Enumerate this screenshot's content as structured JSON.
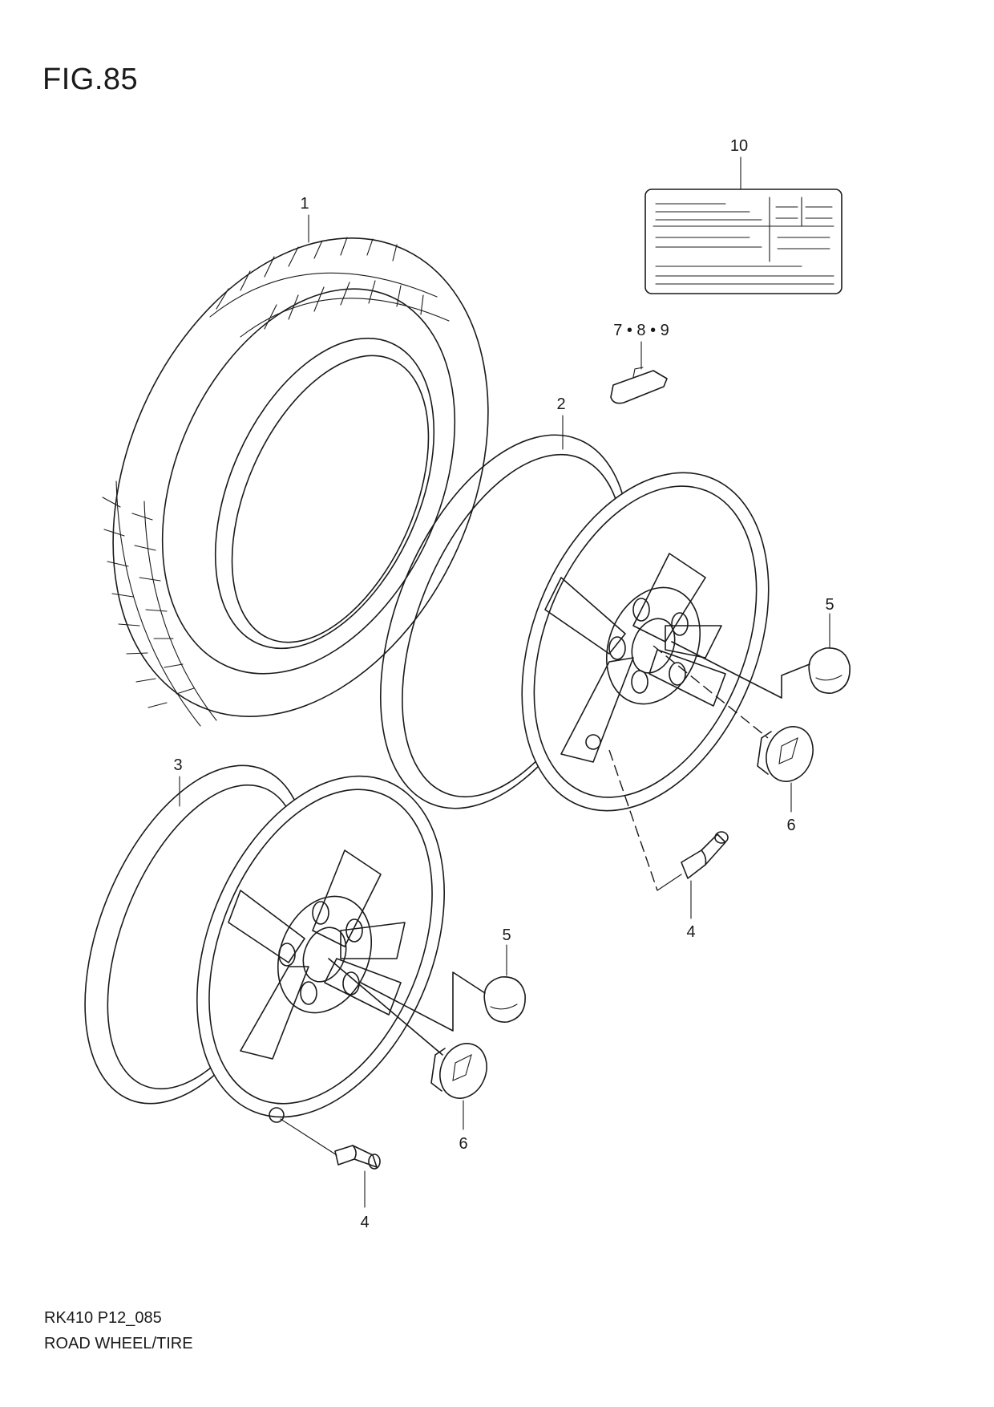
{
  "figure": {
    "title": "FIG.85",
    "model_code": "RK410 P12_085",
    "group_name": "ROAD WHEEL/TIRE"
  },
  "callouts": {
    "tire": "1",
    "wheel_upper": "2",
    "wheel_lower": "3",
    "valve_upper": "4",
    "valve_lower": "4",
    "nut_upper": "5",
    "nut_lower": "5",
    "cap_upper": "6",
    "cap_lower": "6",
    "weights": "7 • 8 • 9",
    "label_plate": "10"
  }
}
